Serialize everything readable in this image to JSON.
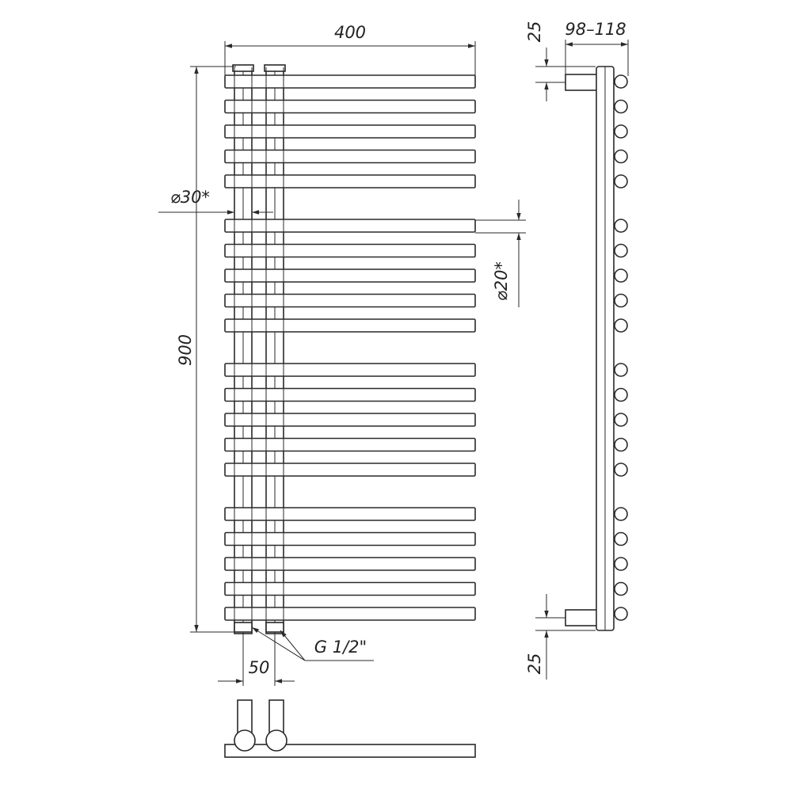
{
  "dimensions": {
    "width": "400",
    "height": "900",
    "collector_diameter": "⌀30*",
    "tube_diameter": "⌀20*",
    "connection_thread": "G 1/2\"",
    "center_distance": "50",
    "top_offset": "25",
    "bottom_offset": "25",
    "depth": "98–118"
  },
  "radiator": {
    "tube_groups": [
      5,
      5,
      5,
      5
    ]
  },
  "colors": {
    "line": "#2a2a2a",
    "background": "#ffffff"
  }
}
